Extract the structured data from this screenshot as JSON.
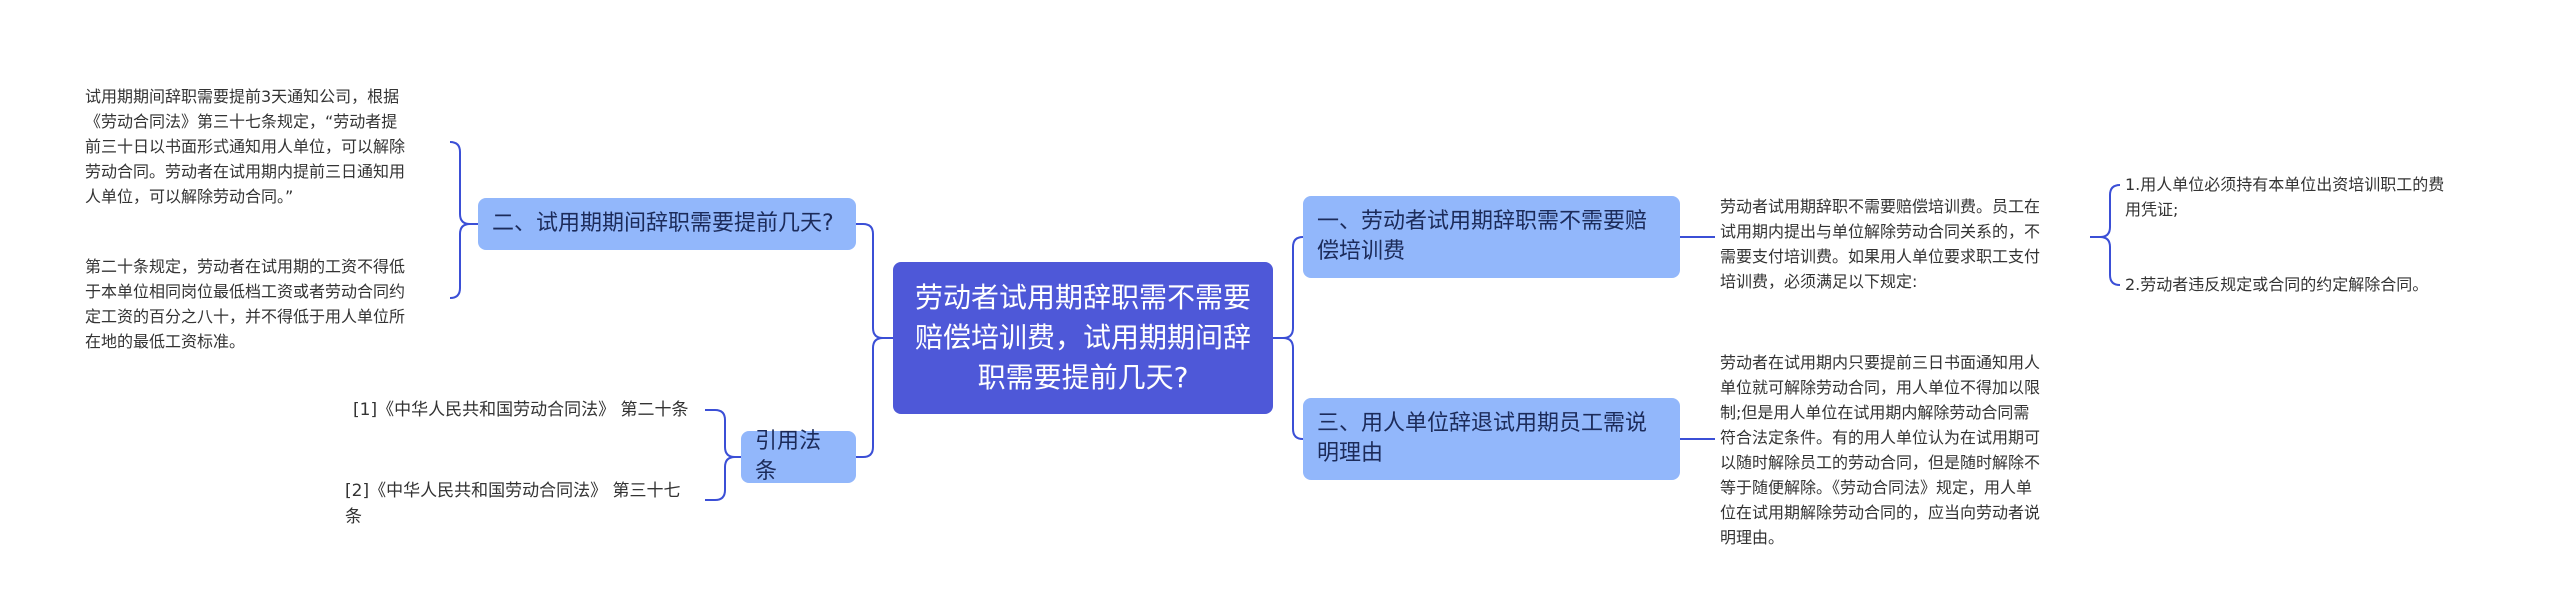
{
  "root": {
    "title": "劳动者试用期辞职需不需要赔偿培训费，试用期期间辞职需要提前几天?"
  },
  "branches": {
    "b1": {
      "label": "一、劳动者试用期辞职需不需要赔偿培训费",
      "leaf": "劳动者试用期辞职不需要赔偿培训费。员工在\n试用期内提出与单位解除劳动合同关系的，不\n需要支付培训费。如果用人单位要求职工支付\n培训费，必须满足以下规定:",
      "sub1": "1.用人单位必须持有本单位出资培训职工的费\n用凭证;",
      "sub2": "2.劳动者违反规定或合同的约定解除合同。"
    },
    "b2": {
      "label": "二、试用期期间辞职需要提前几天?",
      "leaf1": "试用期期间辞职需要提前3天通知公司，根据\n《劳动合同法》第三十七条规定，“劳动者提\n前三十日以书面形式通知用人单位，可以解除\n劳动合同。劳动者在试用期内提前三日通知用\n人单位，可以解除劳动合同。”",
      "leaf2": "第二十条规定，劳动者在试用期的工资不得低\n于本单位相同岗位最低档工资或者劳动合同约\n定工资的百分之八十，并不得低于用人单位所\n在地的最低工资标准。"
    },
    "b3": {
      "label": "三、用人单位辞退试用期员工需说明理由",
      "leaf": "劳动者在试用期内只要提前三日书面通知用人\n单位就可解除劳动合同，用人单位不得加以限\n制;但是用人单位在试用期内解除劳动合同需\n符合法定条件。有的用人单位认为在试用期可\n以随时解除员工的劳动合同，但是随时解除不\n等于随便解除。《劳动合同法》规定，用人单\n位在试用期解除劳动合同的，应当向劳动者说\n明理由。"
    },
    "refs": {
      "label": "引用法条",
      "ref1": "[1]《中华人民共和国劳动合同法》 第二十条",
      "ref2": "[2]《中华人民共和国劳动合同法》 第三十七\n条"
    }
  },
  "colors": {
    "root": "#4e58d8",
    "branch": "#92b7fb",
    "line": "#3b4fd6"
  }
}
